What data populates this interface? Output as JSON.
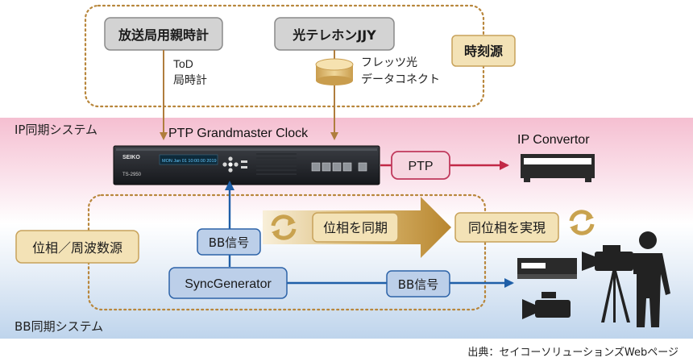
{
  "sources": {
    "broadcast_master_clock": "放送局用親時計",
    "hikari_telephone_jjy": "光テレホンJJY",
    "tod_label": [
      "ToD",
      "局時計"
    ],
    "flets_label": [
      "フレッツ光",
      "データコネクト"
    ],
    "time_source": "時刻源"
  },
  "ip_system": {
    "title": "IP同期システム",
    "grandmaster_title": "PTP Grandmaster Clock",
    "ptp_label": "PTP",
    "ip_convertor": "IP Convertor",
    "device_brand": "SEIKO",
    "device_model": "TS-2950",
    "device_display": "MON Jan 01 10:00:00 2019"
  },
  "bb_system": {
    "title": "BB同期システム",
    "phase_freq_source": "位相／周波数源",
    "bb_signal_up": "BB信号",
    "sync_generator": "SyncGenerator",
    "bb_signal_right": "BB信号",
    "phase_sync": "位相を同期",
    "realize_same_phase": "同位相を実現"
  },
  "source_credit": "出典：セイコーソリューションズWebページ",
  "colors": {
    "dotted_border": "#b8863b",
    "tan_fill": "#f3e2b6",
    "tan_stroke": "#c8a25a",
    "gray_fill": "#d3d3d3",
    "pink_band": "#f6c7d6",
    "blue_band": "#c5d9ee",
    "blue_fill": "#bccfe9",
    "blue_stroke": "#2d63a8",
    "ptp_fill": "#f6d6e0",
    "ptp_stroke": "#c0395c",
    "arrow_brown": "#b07d3d",
    "arrow_blue": "#1f5fa8",
    "arrow_red": "#c22847"
  },
  "icons": [
    "antenna-cylinder-icon",
    "rotate-arrows-icon",
    "video-camera-icon",
    "tripod-camera-operator-icon",
    "monitor-device-icon",
    "ip-convertor-device-icon"
  ]
}
